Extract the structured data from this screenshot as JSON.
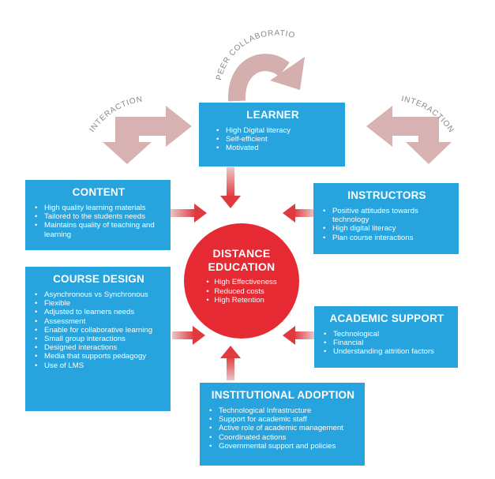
{
  "diagram": {
    "curved_labels": {
      "peer_collaboration": "PEER COLLABORATION",
      "interaction_left": "INTERACTION",
      "interaction_right": "INTERACTION"
    },
    "center": {
      "title_line1": "DISTANCE",
      "title_line2": "EDUCATION",
      "items": [
        "High Effectiveness",
        "Reduced costs",
        "High Retention"
      ]
    },
    "learner": {
      "title": "LEARNER",
      "items": [
        "High Digital literacy",
        "Self-efficient",
        "Motivated"
      ]
    },
    "content": {
      "title": "CONTENT",
      "items": [
        "High quality learning materials",
        "Tailored to the students needs",
        "Maintains quality of teaching and learning"
      ]
    },
    "instructors": {
      "title": "INSTRUCTORS",
      "items": [
        "Positive attitudes towards technology",
        "High digital literacy",
        "Plan course interactions"
      ]
    },
    "course_design": {
      "title": "COURSE DESIGN",
      "items": [
        "Asynchronous vs Synchronous",
        "Flexible",
        "Adjusted to learners needs",
        "Assessment",
        "Enable for collaborative learning",
        "Small group interactions",
        "Designed interactions",
        "Media that supports pedagogy",
        "Use of LMS"
      ]
    },
    "academic_support": {
      "title": "ACADEMIC SUPPORT",
      "items": [
        "Technological",
        "Financial",
        "Understanding attrition factors"
      ]
    },
    "institutional_adoption": {
      "title": "INSTITUTIONAL ADOPTION",
      "items": [
        "Technological Infrastructure",
        "Support for academic staff",
        "Active role of academic management",
        "Coordinated actions",
        "Governmental support and policies"
      ]
    },
    "colors": {
      "box_blue": "#27a3dd",
      "center_red": "#e52a33",
      "arrow_pink": "#d8b2b2",
      "arrow_red_tip": "#e03a3f"
    }
  }
}
